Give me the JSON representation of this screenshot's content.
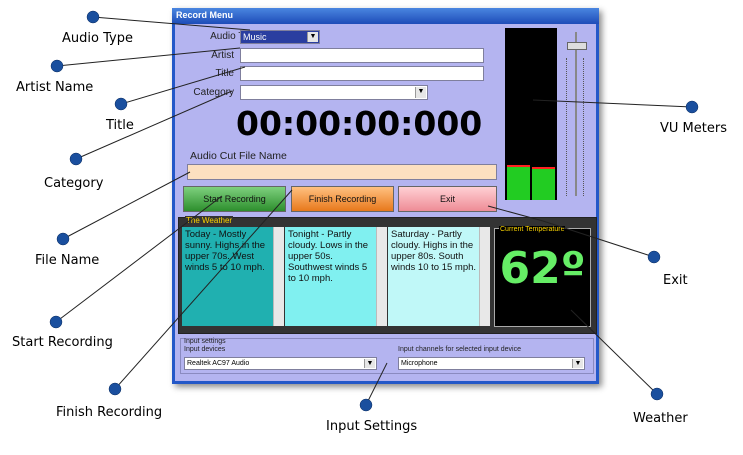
{
  "window": {
    "title": "Record Menu"
  },
  "form": {
    "audio_type_label": "Audio Type",
    "audio_type_value": "Music",
    "artist_label": "Artist",
    "artist_value": "",
    "title_label": "Title",
    "title_value": "",
    "category_label": "Category",
    "category_value": "",
    "timer": "00:00:00:000",
    "file_name_label": "Audio Cut File Name",
    "file_name_value": ""
  },
  "buttons": {
    "start": "Start Recording",
    "finish": "Finish Recording",
    "exit": "Exit"
  },
  "weather": {
    "group_title": "The Weather",
    "forecasts": [
      "Today - Mostly sunny. Highs in the upper 70s. West winds 5 to 10 mph.",
      "Tonight - Partly cloudy. Lows in the upper 50s. Southwest winds 5 to 10 mph.",
      "Saturday - Partly cloudy. Highs in the upper 80s. South winds 10 to 15 mph."
    ],
    "current_temperature_label": "Current Temperature",
    "current_temperature": "62º"
  },
  "input_settings": {
    "group_title": "Input settings",
    "devices_label": "Input devices",
    "device_value": "Realtek AC97 Audio",
    "channels_label": "Input channels for selected input device",
    "channel_value": "Microphone"
  },
  "callouts": {
    "audio_type": "Audio Type",
    "artist_name": "Artist Name",
    "title": "Title",
    "category": "Category",
    "file_name": "File Name",
    "start_recording": "Start Recording",
    "finish_recording": "Finish Recording",
    "input_settings": "Input Settings",
    "vu_meters": "VU Meters",
    "exit": "Exit",
    "weather": "Weather"
  },
  "colors": {
    "window_bg": "#b4b4f0",
    "start_button": "#3a9a3a",
    "finish_button": "#f08a30",
    "exit_button": "#f4a0a8",
    "weather_today": "#20b0b0",
    "weather_tonight": "#80f0f0",
    "weather_saturday": "#c0f8f8",
    "temperature": "#66ee66",
    "vu_level": "#22cc22",
    "callout_dot": "#1a4f9e"
  }
}
